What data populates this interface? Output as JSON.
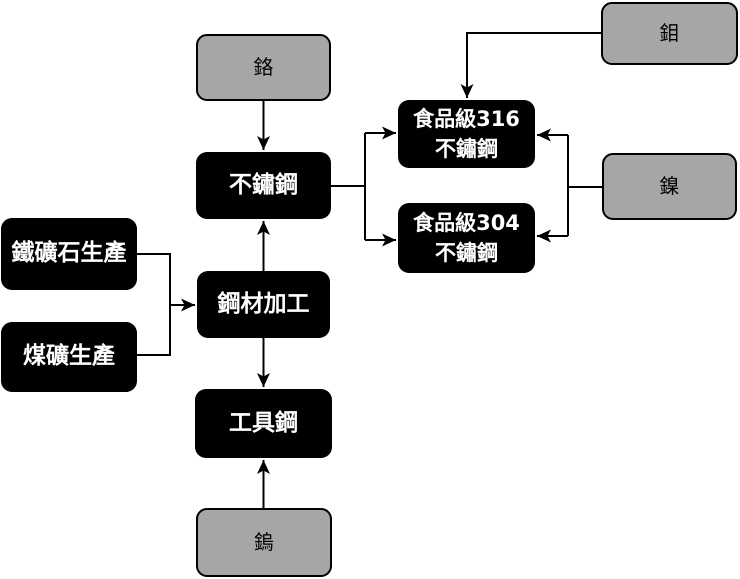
{
  "diagram": {
    "colors": {
      "background": "#ffffff",
      "node_dark_fill": "#000000",
      "node_dark_text": "#ffffff",
      "node_gray_fill": "#a6a6a6",
      "node_gray_border": "#000000",
      "node_gray_text": "#000000",
      "connector": "#000000"
    },
    "nodes": {
      "chromium": {
        "label": "鉻",
        "style": "gray"
      },
      "molybdenum": {
        "label": "鉬",
        "style": "gray"
      },
      "nickel": {
        "label": "鎳",
        "style": "gray"
      },
      "tungsten": {
        "label": "鎢",
        "style": "gray"
      },
      "stainless_steel": {
        "label": "不鏽鋼",
        "style": "dark"
      },
      "food_grade_316": {
        "label": "食品級316\n不鏽鋼",
        "style": "dark"
      },
      "food_grade_304": {
        "label": "食品級304\n不鏽鋼",
        "style": "dark"
      },
      "iron_ore_production": {
        "label": "鐵礦石生產",
        "style": "dark"
      },
      "coal_production": {
        "label": "煤礦生產",
        "style": "dark"
      },
      "steel_processing": {
        "label": "鋼材加工",
        "style": "dark"
      },
      "tool_steel": {
        "label": "工具鋼",
        "style": "dark"
      }
    },
    "edges": [
      {
        "from": "chromium",
        "to": "stainless_steel"
      },
      {
        "from": "steel_processing",
        "to": "stainless_steel"
      },
      {
        "from": "iron_ore_production",
        "to": "steel_processing"
      },
      {
        "from": "coal_production",
        "to": "steel_processing"
      },
      {
        "from": "steel_processing",
        "to": "tool_steel"
      },
      {
        "from": "tungsten",
        "to": "tool_steel"
      },
      {
        "from": "stainless_steel",
        "to": "food_grade_316"
      },
      {
        "from": "stainless_steel",
        "to": "food_grade_304"
      },
      {
        "from": "molybdenum",
        "to": "food_grade_316"
      },
      {
        "from": "nickel",
        "to": "food_grade_316"
      },
      {
        "from": "nickel",
        "to": "food_grade_304"
      }
    ]
  }
}
